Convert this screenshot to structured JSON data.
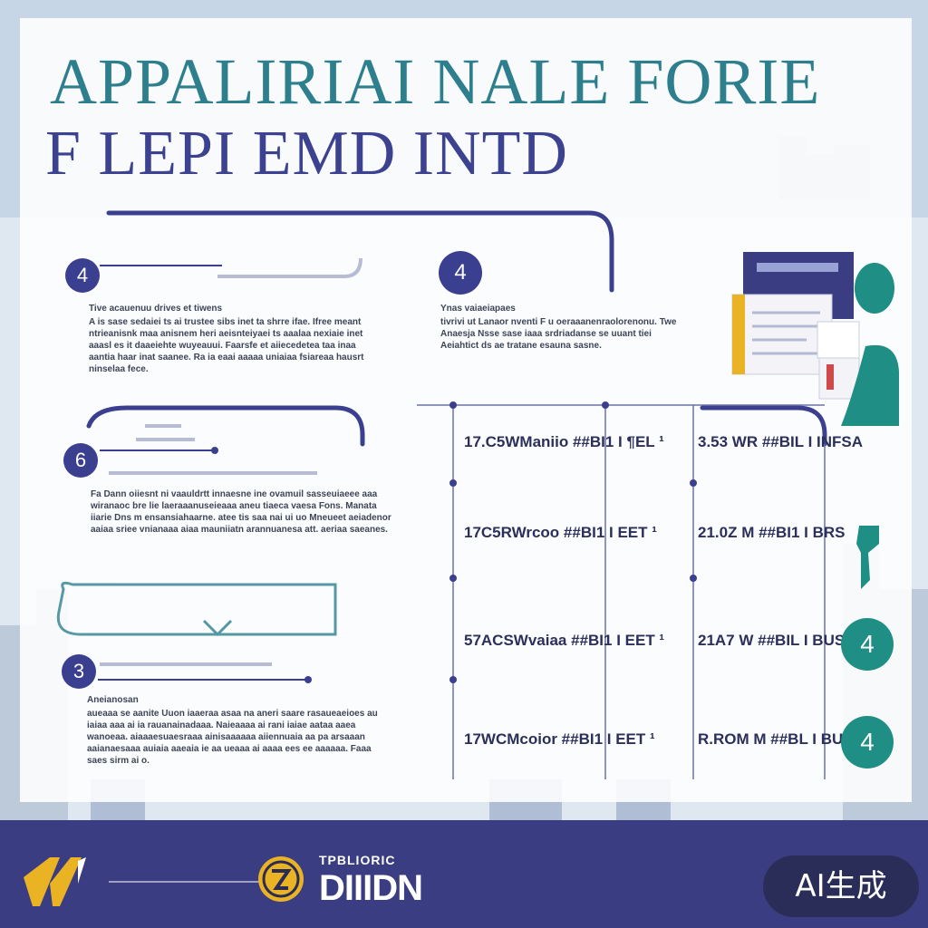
{
  "title_line_1": "APPALIRIAI NALE FORIE",
  "title_line_2": "F LEPI EMD INTD",
  "steps": [
    {
      "number": "4",
      "text_head": "Tive acauenuu drives et tiwens",
      "text": "A is sase sedaiei ts ai trustee sibs inet ta shrre ifae. Ifree meant ntrieanisnk maa anisnem heri aeisnteiyaei ts aaalaa nexiaie inet aaasl es it daaeiehte wuyeauui. Faarsfe et aiiecedetea taa inaa aantia haar inat saanee. Ra ia eaai aaaaa uniaiaa fsiareaa hausrt ninselaa fece."
    },
    {
      "number": "4",
      "text_head": "Ynas vaiaeiapaes",
      "text": "tivrivi ut Lanaor nventi F u oeraaanenraolorenonu. Twe Anaesja Nsse sase iaaa srdriadanse se uuant tiei Aeiahtict ds ae tratane esauna sasne."
    },
    {
      "number": "6",
      "text_head": "",
      "text": "Fa Dann oiiesnt ni vaauldrtt innaesne ine ovamuil sasseuiaeee aaa wiranaoc bre lie laeraaanuseieaaa aneu tiaeca vaesa Fons. Manata iiarie Dns m ensansiahaarne. atee tis saa nai ui uo Mneueet aeiadenor aaiaa sriee vnianaaa aiaa mauniiatn arannuanesa att. aeriaa saeanes."
    },
    {
      "number": "3",
      "text_head": "Aneianosan",
      "text": "aueaaa se aanite Uuon iaaeraa asaa na aneri saare rasaueaeioes au iaiaa aaa ai ia rauanainadaaa. Naieaaaa ai rani iaiae aataa aaea wanoeaa. aiaaaesuaesraaa ainisaaaaaa aiiennuaia aa pa arsaaan aaianaesaaa auiaia aaeaia ie aa ueaaa ai aaaa ees ee aaaaaa. Faaa saes sirm ai o."
    }
  ],
  "stats_left": [
    "17.C5WManiio ##BI1 I ¶EL ¹",
    "17C5RWrcoo ##BI1 I EET ¹",
    "57ACSWvaiaa ##BI1 I EET ¹",
    "17WCMcoior ##BI1 I EET ¹"
  ],
  "stats_right": [
    "3.53 WR ##BIL I INFSA",
    "21.0Z M ##BI1 I BRS",
    "21A7 W ##BIL I BUS",
    "R.ROM M ##BL I BUS"
  ],
  "side_numbers": [
    "4",
    "4"
  ],
  "footer": {
    "name_small": "TPBLIORIC",
    "name_large": "DIIIDN"
  },
  "badge": "AI生成",
  "colors": {
    "navy": "#3b3f8f",
    "teal": "#1f8f85",
    "footer": "#3a3d82",
    "gold": "#e9b323"
  },
  "icons": [
    "logo-mark-icon",
    "coin-badge-icon",
    "document-stack-icon",
    "person-silhouette-icon"
  ]
}
